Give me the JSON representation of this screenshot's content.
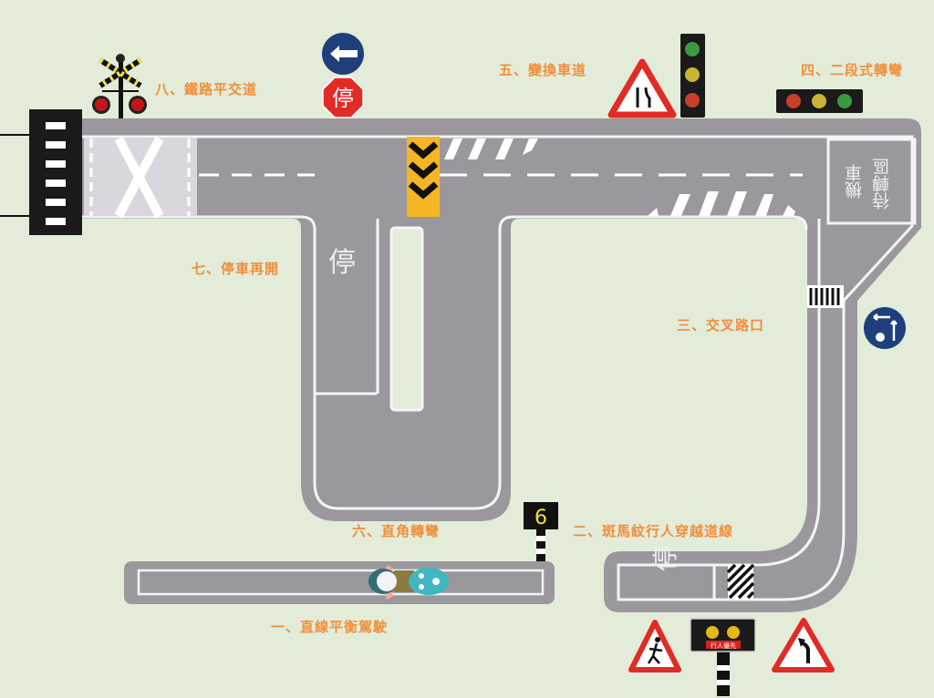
{
  "title": "機車路考場地",
  "stations": [
    {
      "label": "一、直線平衡駕駛"
    },
    {
      "label": "二、斑馬紋行人穿越道線"
    },
    {
      "label": "三、交叉路口"
    },
    {
      "label": "四、二段式轉彎"
    },
    {
      "label": "五、變換車道"
    },
    {
      "label": "六、直角轉彎"
    },
    {
      "label": "七、停車再開"
    },
    {
      "label": "八、鐵路平交道"
    }
  ],
  "road_text": {
    "stop_u": "停",
    "stop_bottom": "停",
    "stop_sign": "停",
    "waiting_zone_1": "機車",
    "waiting_zone_2": "待轉區",
    "post_number": "6",
    "pedestrian_signal": "行人優先"
  },
  "colors": {
    "background": "#e3ecd9",
    "road": "#9a989d",
    "label": "#ef8f3c",
    "sign_blue": "#1e3f7a",
    "sign_red": "#e12b25",
    "chevron": "#f5b524"
  },
  "icons": [
    "railway-crossing-signal-icon",
    "keep-left-arrow-sign-icon",
    "stop-sign-icon",
    "lane-narrows-warning-icon",
    "traffic-light-vertical-icon",
    "traffic-light-horizontal-icon",
    "two-stage-turn-sign-icon",
    "motorcycle-icon",
    "pedestrian-warning-icon",
    "curve-warning-icon",
    "pedestrian-signal-icon"
  ]
}
